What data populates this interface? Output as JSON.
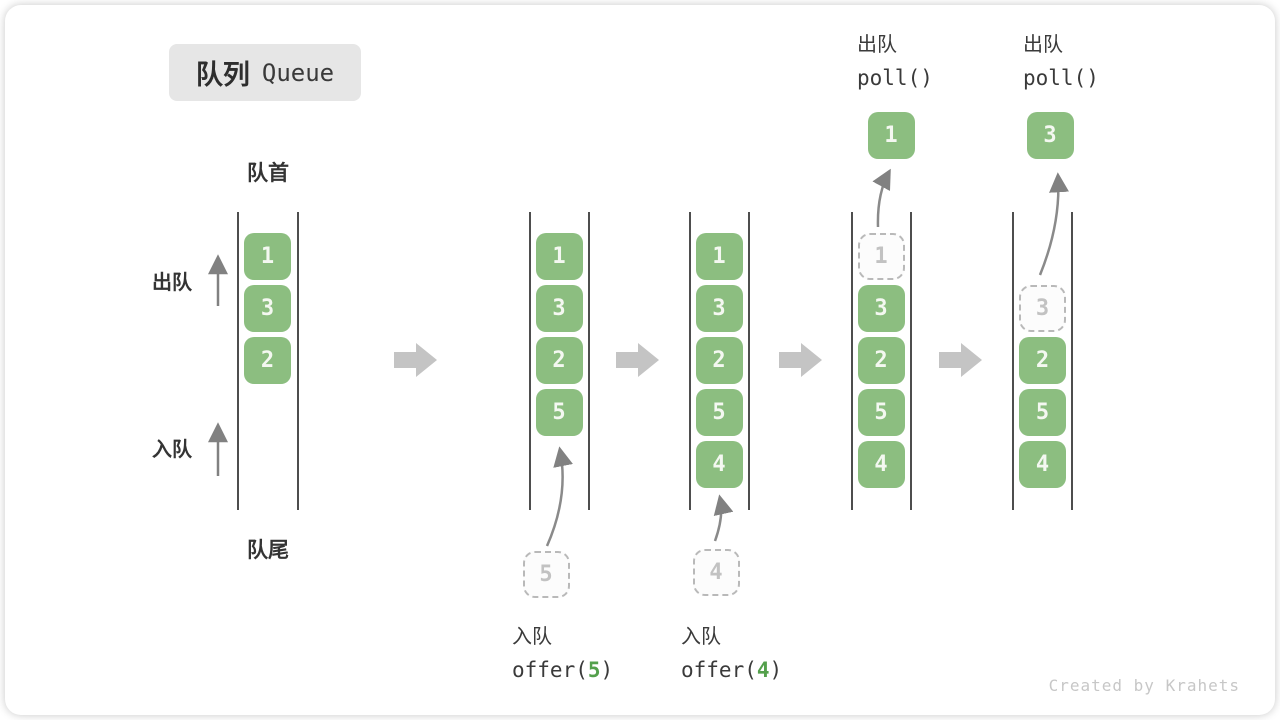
{
  "title": {
    "zh": "队列",
    "en": "Queue"
  },
  "labels": {
    "front": "队首",
    "rear": "队尾",
    "dequeue": "出队",
    "enqueue": "入队"
  },
  "captions": {
    "poll_a": {
      "label": "出队",
      "code": "poll()"
    },
    "poll_b": {
      "label": "出队",
      "code": "poll()"
    },
    "offer_5": {
      "label": "入队",
      "code_pre": "offer(",
      "arg": "5",
      "code_post": ")"
    },
    "offer_4": {
      "label": "入队",
      "code_pre": "offer(",
      "arg": "4",
      "code_post": ")"
    }
  },
  "columns": [
    {
      "name": "state-initial",
      "slots": [
        {
          "row": 0,
          "value": "1",
          "state": "filled"
        },
        {
          "row": 1,
          "value": "3",
          "state": "filled"
        },
        {
          "row": 2,
          "value": "2",
          "state": "filled"
        }
      ]
    },
    {
      "name": "state-after-offer-5",
      "slots": [
        {
          "row": 0,
          "value": "1",
          "state": "filled"
        },
        {
          "row": 1,
          "value": "3",
          "state": "filled"
        },
        {
          "row": 2,
          "value": "2",
          "state": "filled"
        },
        {
          "row": 3,
          "value": "5",
          "state": "filled"
        }
      ],
      "pending": {
        "value": "5"
      }
    },
    {
      "name": "state-after-offer-4",
      "slots": [
        {
          "row": 0,
          "value": "1",
          "state": "filled"
        },
        {
          "row": 1,
          "value": "3",
          "state": "filled"
        },
        {
          "row": 2,
          "value": "2",
          "state": "filled"
        },
        {
          "row": 3,
          "value": "5",
          "state": "filled"
        },
        {
          "row": 4,
          "value": "4",
          "state": "filled"
        }
      ],
      "pending": {
        "value": "4"
      }
    },
    {
      "name": "state-after-poll-1",
      "slots": [
        {
          "row": 0,
          "value": "1",
          "state": "dashed"
        },
        {
          "row": 1,
          "value": "3",
          "state": "filled"
        },
        {
          "row": 2,
          "value": "2",
          "state": "filled"
        },
        {
          "row": 3,
          "value": "5",
          "state": "filled"
        },
        {
          "row": 4,
          "value": "4",
          "state": "filled"
        }
      ],
      "floating": {
        "value": "1"
      }
    },
    {
      "name": "state-after-poll-3",
      "slots": [
        {
          "row": 1,
          "value": "3",
          "state": "dashed"
        },
        {
          "row": 2,
          "value": "2",
          "state": "filled"
        },
        {
          "row": 3,
          "value": "5",
          "state": "filled"
        },
        {
          "row": 4,
          "value": "4",
          "state": "filled"
        }
      ],
      "floating": {
        "value": "3"
      }
    }
  ],
  "footer": {
    "credit": "Created by Krahets"
  },
  "colors": {
    "box_green": "#8CBE80",
    "code_green": "#54A04C",
    "block_arrow_gray": "#c4c4c4",
    "thin_arrow_gray": "#818181",
    "wall_dark": "#4e4e4e"
  }
}
